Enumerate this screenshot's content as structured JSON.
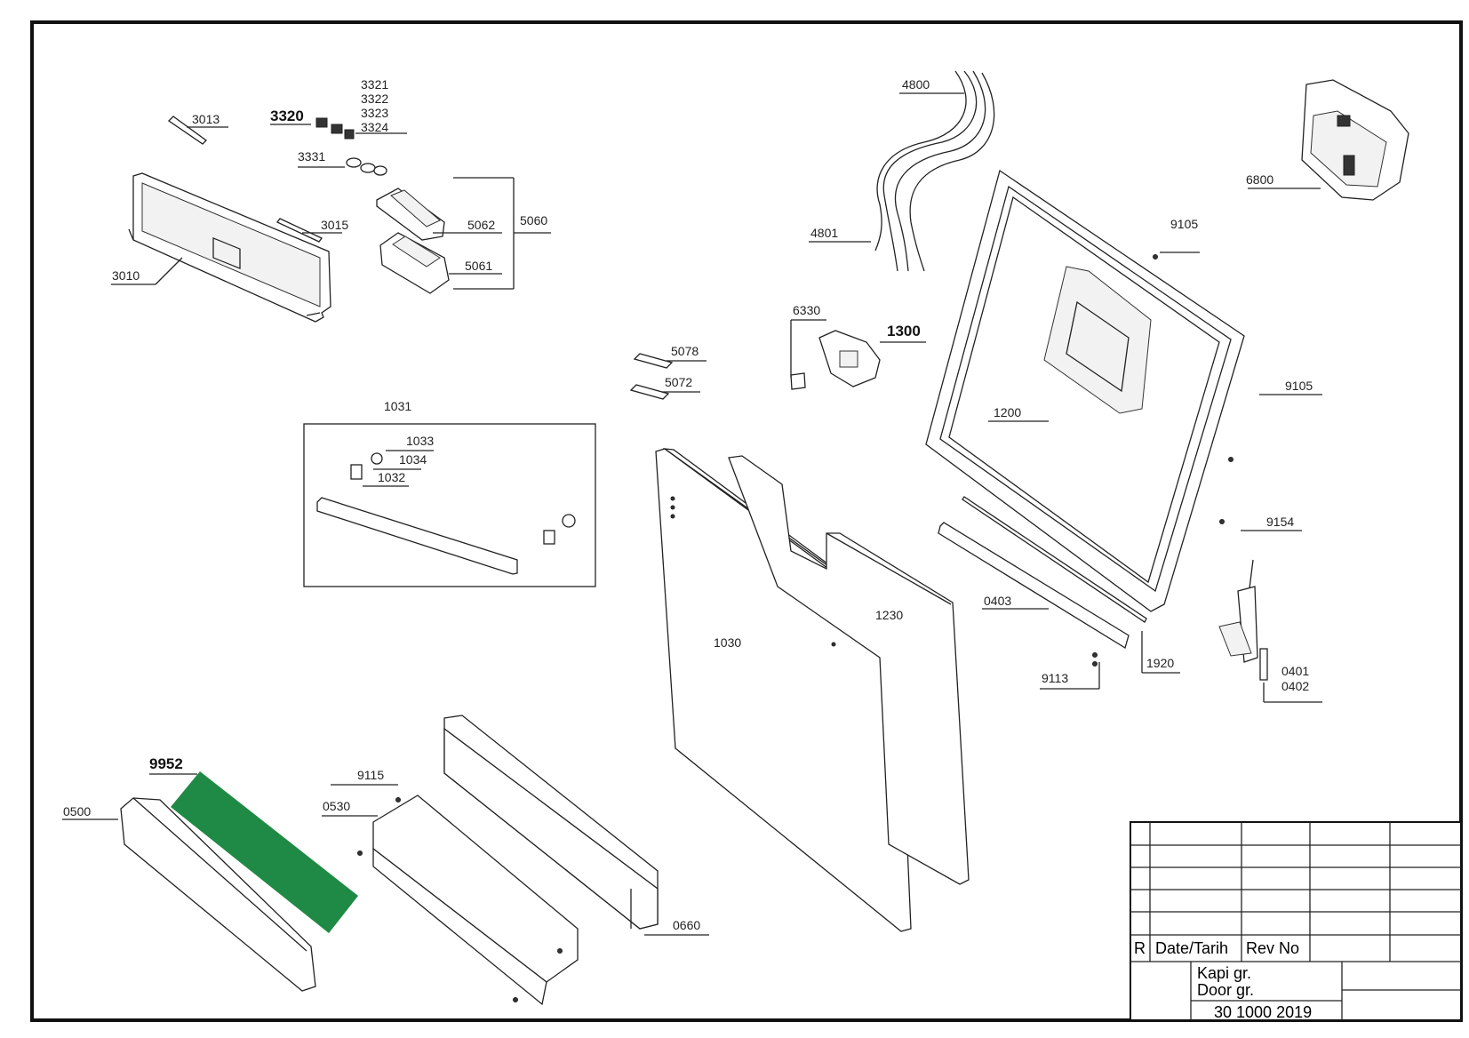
{
  "diagram": {
    "part_labels": {
      "p3013": "3013",
      "p3320": "3320",
      "p3321": "3321",
      "p3322": "3322",
      "p3323": "3323",
      "p3324": "3324",
      "p3331": "3331",
      "p3015": "3015",
      "p3010": "3010",
      "p5062": "5062",
      "p5060": "5060",
      "p5061": "5061",
      "p4800": "4800",
      "p4801": "4801",
      "p6800": "6800",
      "p9105a": "9105",
      "p9105b": "9105",
      "p6330": "6330",
      "p1300": "1300",
      "p5078": "5078",
      "p5072": "5072",
      "p1200": "1200",
      "p1031": "1031",
      "p1033": "1033",
      "p1034": "1034",
      "p1032": "1032",
      "p9154": "9154",
      "p0403": "0403",
      "p1230": "1230",
      "p1030": "1030",
      "p1920": "1920",
      "p9113": "9113",
      "p0401": "0401",
      "p0402": "0402",
      "p9952": "9952",
      "p9115": "9115",
      "p0530": "0530",
      "p0500": "0500",
      "p0660": "0660"
    },
    "highlight_color": "#1f8a45"
  },
  "title_block": {
    "rev_mark": "R",
    "date_header": "Date/Tarih",
    "rev_header": "Rev No",
    "name_tr": "Kapi gr.",
    "name_en": "Door gr.",
    "part_number": "30 1000 2019"
  }
}
